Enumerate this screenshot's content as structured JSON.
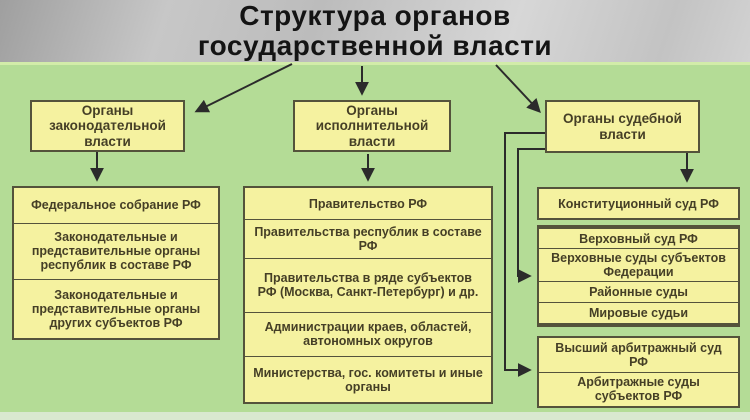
{
  "title": {
    "line1": "Структура органов",
    "line2": "государственной власти"
  },
  "columns": {
    "legislative": {
      "header": "Органы законодательной власти",
      "items": [
        "Федеральное собрание РФ",
        "Законодательные и представительные органы республик в составе РФ",
        "Законодательные и представительные органы других субъектов РФ"
      ]
    },
    "executive": {
      "header": "Органы исполнительной власти",
      "items": [
        "Правительство РФ",
        "Правительства республик в составе РФ",
        "Правительства в ряде субъектов РФ (Москва, Санкт-Петербург) и др.",
        "Администрации краев, областей, автономных округов",
        "Министерства, гос. комитеты и иные органы"
      ]
    },
    "judicial": {
      "header": "Органы судебной власти",
      "constitutional_court": "Конституционный суд РФ",
      "general_courts": [
        "Верховный суд РФ",
        "Верховные суды субъектов Федерации",
        "Районные суды",
        "Мировые судьи"
      ],
      "arbitration_courts": [
        "Высший арбитражный суд РФ",
        "Арбитражные суды субъектов РФ"
      ]
    }
  },
  "colors": {
    "background_green": "#b4dc96",
    "title_strip_gray": "#c6c6c6",
    "box_fill": "#f5f2a0",
    "box_border": "#54533b",
    "box_text": "#453f26",
    "title_text": "#141414",
    "arrow": "#2b2b2b",
    "bottom_strip": "#d9e8cf"
  }
}
